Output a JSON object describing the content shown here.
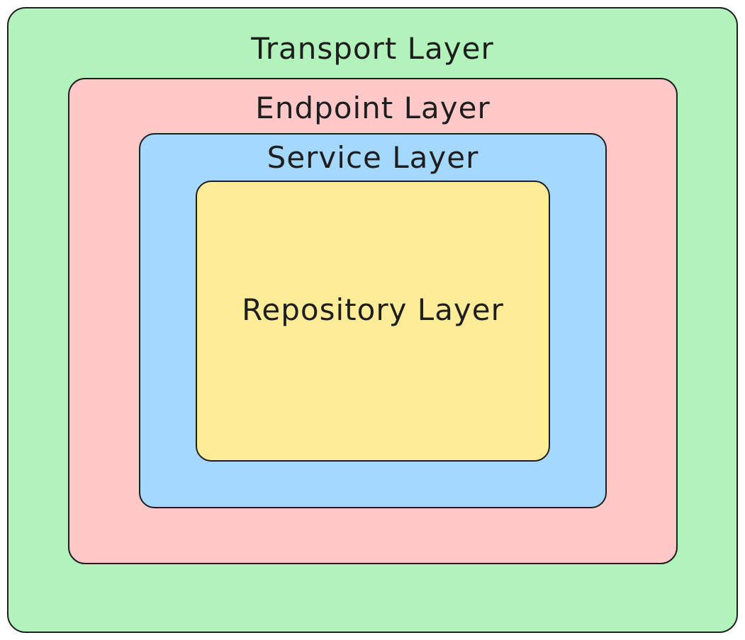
{
  "diagram": {
    "layers": [
      {
        "id": "transport",
        "label": "Transport Layer",
        "color": "#b2f2bb"
      },
      {
        "id": "endpoint",
        "label": "Endpoint Layer",
        "color": "#ffc9c9"
      },
      {
        "id": "service",
        "label": "Service Layer",
        "color": "#a5d8ff"
      },
      {
        "id": "repository",
        "label": "Repository Layer",
        "color": "#ffec99"
      }
    ]
  }
}
